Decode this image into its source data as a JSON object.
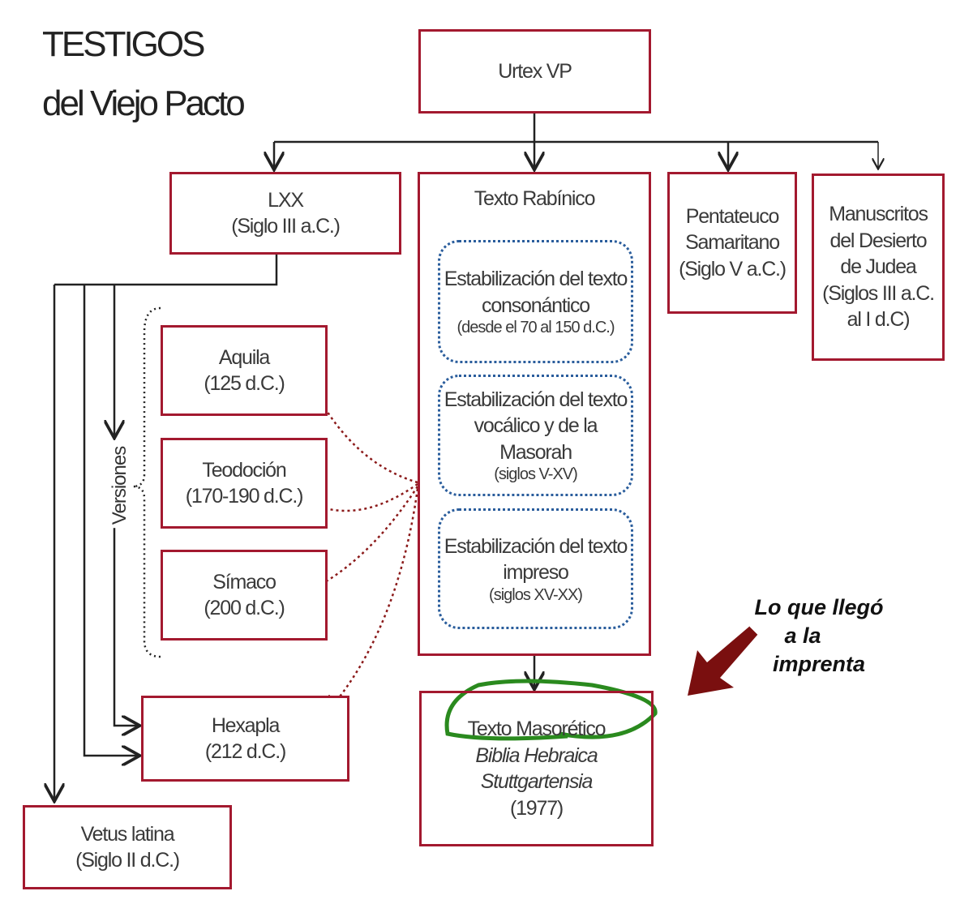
{
  "title": {
    "line1": "TESTIGOS",
    "line2": "del Viejo Pacto"
  },
  "nodes": {
    "urtex": {
      "label": "Urtex VP"
    },
    "lxx": {
      "label": "LXX",
      "date": "(Siglo III a.C.)"
    },
    "rabinico": {
      "label": "Texto Rabínico",
      "stages": [
        {
          "l1": "Estabilización del texto",
          "l2": "consonántico",
          "date": "(desde el 70 al 150 d.C.)"
        },
        {
          "l1": "Estabilización del texto",
          "l2": "vocálico y de la Masorah",
          "date": "(siglos V-XV)"
        },
        {
          "l1": "Estabilización del texto",
          "l2": "impreso",
          "date": "(siglos XV-XX)"
        }
      ]
    },
    "pentateuco": {
      "l1": "Pentateuco",
      "l2": "Samaritano",
      "date": "(Siglo V a.C.)"
    },
    "manuscritos": {
      "l1": "Manuscritos",
      "l2": "del Desierto",
      "l3": "de Judea",
      "l4": "(Siglos III a.C.",
      "l5": "al I d.C)"
    },
    "aquila": {
      "label": "Aquila",
      "date": "(125 d.C.)"
    },
    "teodocion": {
      "label": "Teodoción",
      "date": "(170-190 d.C.)"
    },
    "simaco": {
      "label": "Símaco",
      "date": "(200 d.C.)"
    },
    "hexapla": {
      "label": "Hexapla",
      "date": "(212 d.C.)"
    },
    "vetus": {
      "label": "Vetus latina",
      "date": "(Siglo II d.C.)"
    },
    "masoretico": {
      "label": "Texto Masorético",
      "l2": "Biblia Hebraica",
      "l3": "Stuttgartensia",
      "date": "(1977)"
    }
  },
  "versiones_label": "Versiones",
  "annotation": {
    "l1": "Lo que llegó",
    "l2": "a  la",
    "l3": "imprenta"
  },
  "colors": {
    "box_border": "#a3192f",
    "dotted_blue": "#2a5d9c",
    "highlight_green": "#2a8a1e",
    "arrow_red": "#7a0f0f"
  }
}
